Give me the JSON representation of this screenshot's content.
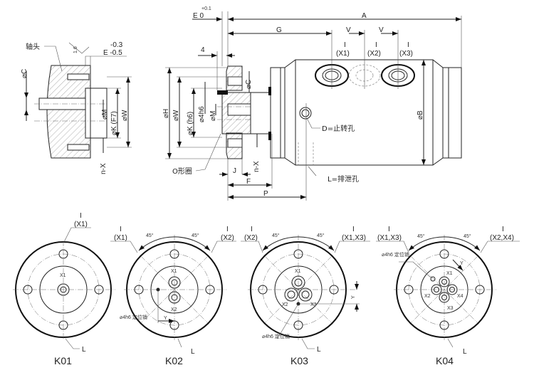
{
  "drawing": {
    "title": "Rotary joint dimension drawing",
    "shaft_end_view": {
      "label_shaft_head": "轴头",
      "roughness": "1.6",
      "tol_upper": "-0.3",
      "tol_lower_label": "E -0.5",
      "dim_C": "⌀C",
      "dim_M": "⌀M",
      "dim_K": "⌀K (F7)",
      "dim_W": "⌀W",
      "dim_nX": "n-X"
    },
    "main_view": {
      "tol_plus": "+0.1",
      "tol_E": "E  0",
      "dim_4": "4",
      "dim_A": "A",
      "dim_G": "G",
      "dim_V1": "V",
      "dim_V2": "V",
      "dim_H": "⌀H",
      "dim_W": "⌀W",
      "dim_K": "⌀K (h6)",
      "dim_4h6": "⌀4h6",
      "dim_M": "⌀M",
      "dim_C": "⌀C",
      "dim_nX": "n-X",
      "dim_J": "J",
      "dim_F": "F",
      "dim_P": "P",
      "dim_B": "⌀B",
      "o_ring": "O形圈",
      "anti_rotation": "D=止转孔",
      "drain": "L=排泄孔",
      "ports": [
        {
          "roman": "I",
          "name": "(X1)"
        },
        {
          "roman": "I",
          "name": "(X2)"
        },
        {
          "roman": "I",
          "name": "(X3)"
        }
      ]
    },
    "views": [
      {
        "name": "K01",
        "top_left": {
          "roman": "I",
          "name": "(X1)"
        },
        "ports": [
          "X1"
        ],
        "drain": "L"
      },
      {
        "name": "K02",
        "angle_left": "45°",
        "angle_right": "45°",
        "top_left": {
          "roman": "I",
          "name": "(X1)"
        },
        "top_right": {
          "roman": "I",
          "name": "(X2)"
        },
        "ports": [
          "X1",
          "X2"
        ],
        "pin": "⌀4h6 定位销",
        "y": "Y",
        "drain": "L"
      },
      {
        "name": "K03",
        "angle_left": "45°",
        "angle_right": "45°",
        "top_left": {
          "roman": "I",
          "name": "(X2)"
        },
        "top_right": {
          "roman": "I",
          "name": "(X1,X3)"
        },
        "ports": [
          "X1",
          "X2",
          "X3"
        ],
        "pin": "⌀4h6 定位销",
        "y": "Y",
        "drain": "L"
      },
      {
        "name": "K04",
        "angle_left": "45°",
        "angle_right": "45°",
        "top_left": {
          "roman": "I",
          "name": "(X1,X3)"
        },
        "top_right": {
          "roman": "I",
          "name": "(X2,X4)"
        },
        "ports": [
          "X1",
          "X2",
          "X3",
          "X4"
        ],
        "pin": "⌀4h6 定位销",
        "y": "Y",
        "drain": "L"
      }
    ]
  }
}
